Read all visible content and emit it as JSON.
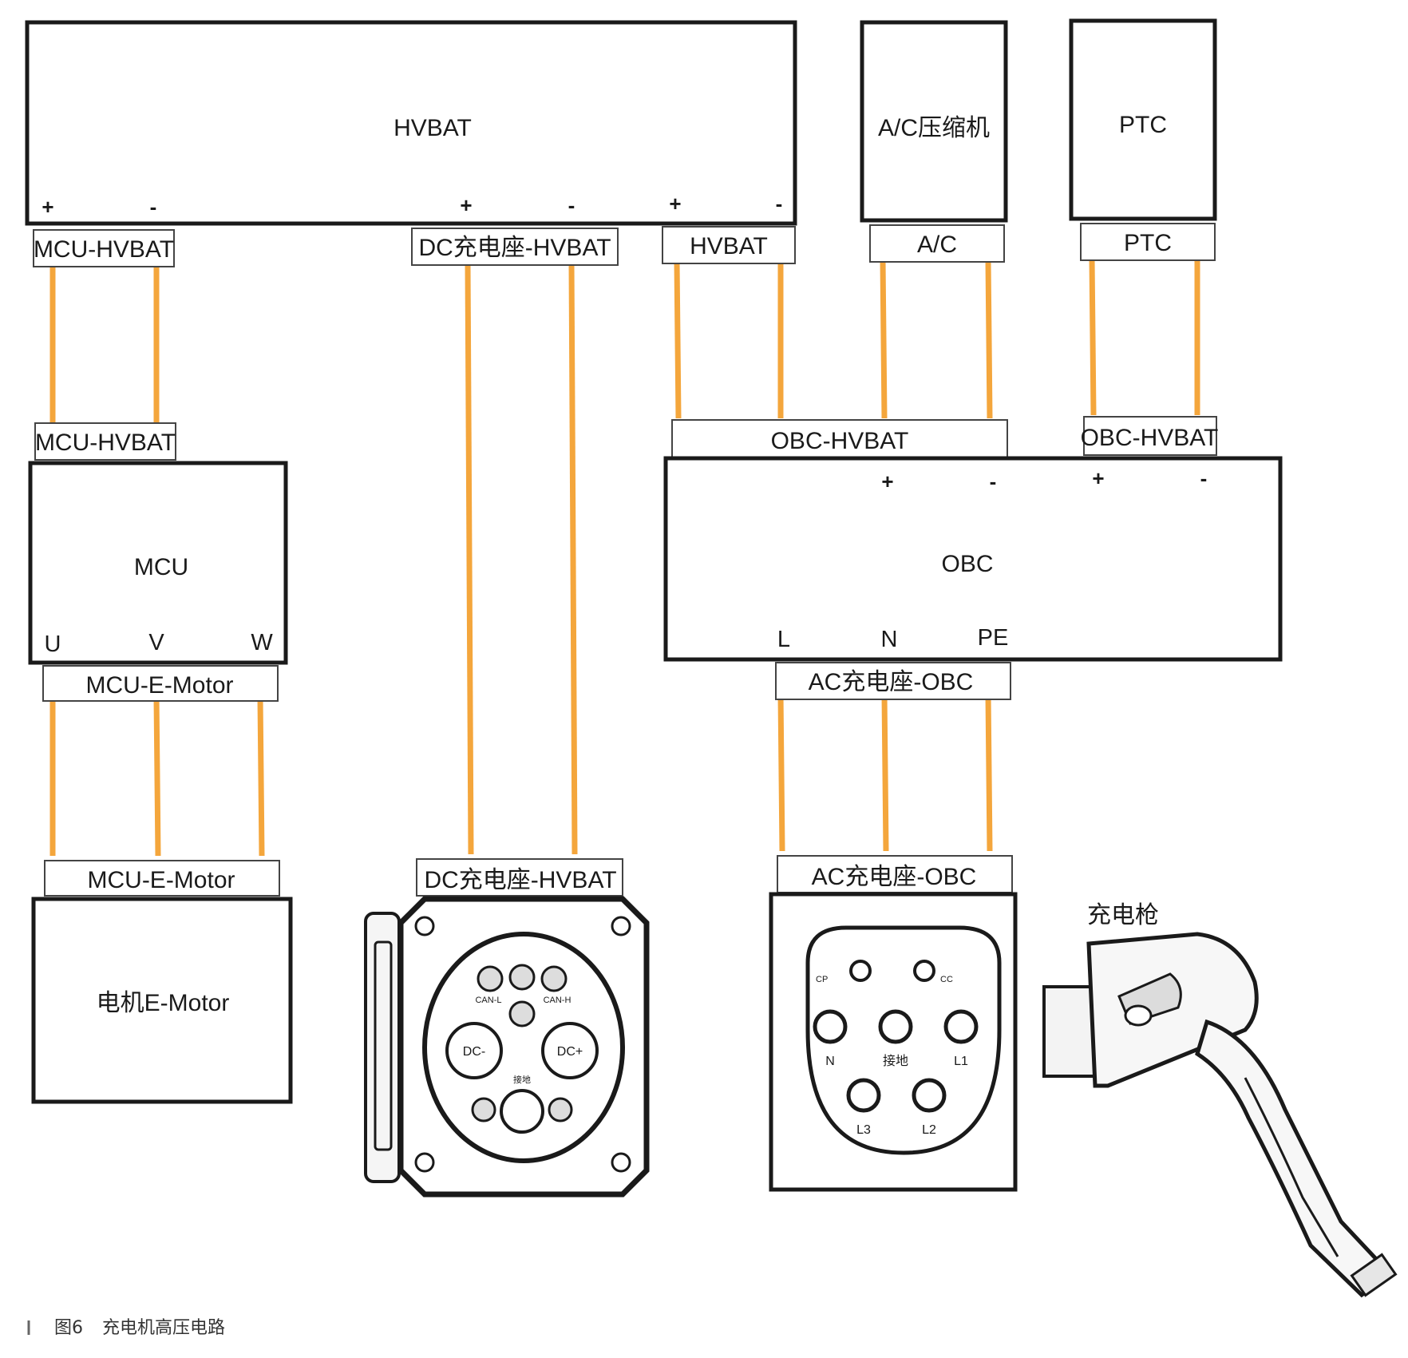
{
  "blocks": {
    "hvbat": "HVBAT",
    "ac_compressor": "A/C压缩机",
    "ptc": "PTC",
    "mcu": "MCU",
    "obc": "OBC",
    "motor": "电机E-Motor"
  },
  "connectors": {
    "mcu_hvbat_top": "MCU-HVBAT",
    "dc_hvbat_top": "DC充电座-HVBAT",
    "hvbat_top": "HVBAT",
    "ac_top": "A/C",
    "ptc_top": "PTC",
    "mcu_hvbat_bottom": "MCU-HVBAT",
    "obc_hvbat_1": "OBC-HVBAT",
    "obc_hvbat_2": "OBC-HVBAT",
    "mcu_emotor_1": "MCU-E-Motor",
    "ac_obc_1": "AC充电座-OBC",
    "mcu_emotor_2": "MCU-E-Motor",
    "dc_hvbat_bottom": "DC充电座-HVBAT",
    "ac_obc_2": "AC充电座-OBC"
  },
  "poles": {
    "plus": "+",
    "minus": "-"
  },
  "mcu_phases": [
    "U",
    "V",
    "W"
  ],
  "obc_pins": [
    "L",
    "N",
    "PE"
  ],
  "dc_socket": {
    "can_l": "CAN-L",
    "can_h": "CAN-H",
    "dc_minus": "DC-",
    "dc_plus": "DC+",
    "ground": "接地"
  },
  "ac_socket": {
    "cp": "CP",
    "cc": "CC",
    "n": "N",
    "ground": "接地",
    "l1": "L1",
    "l3": "L3",
    "l2": "L2"
  },
  "charging_gun": "充电枪",
  "caption": {
    "number": "图6",
    "title": "充电机高压电路"
  },
  "colors": {
    "wire": "#f4a63c",
    "box_border": "#1a1a1a",
    "background": "#ffffff"
  }
}
